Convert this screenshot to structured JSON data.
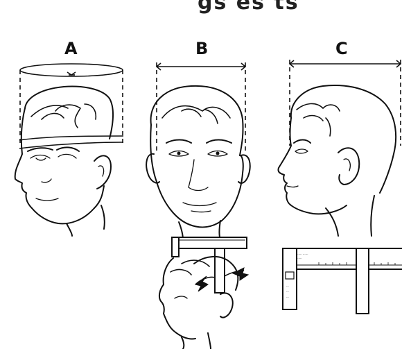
{
  "title": {
    "partial_text": "gs   es   ts"
  },
  "panels": [
    {
      "id": "A",
      "label": "A"
    },
    {
      "id": "B",
      "label": "B"
    },
    {
      "id": "C",
      "label": "C"
    }
  ],
  "colors": {
    "ink": "#111111",
    "background": "#ffffff"
  }
}
